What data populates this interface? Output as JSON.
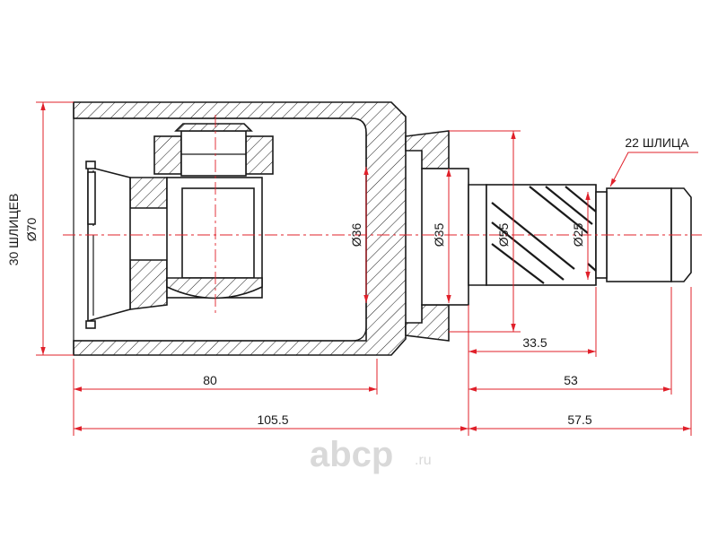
{
  "labels": {
    "left_top": "30 ШЛИЦЕВ",
    "left_bottom": "Ø70",
    "right_splines": "22 ШЛИЦА",
    "d36": "Ø36",
    "d35": "Ø35",
    "d55": "Ø55",
    "d25": "Ø25",
    "l33_5": "33.5",
    "l80": "80",
    "l53": "53",
    "l105_5": "105.5",
    "l57_5": "57.5"
  },
  "watermark": {
    "brand": "abcp",
    "tld": ".ru"
  },
  "colors": {
    "outline": "#1a1a1a",
    "dimension": "#e0202a",
    "watermark": "#d9d9d9"
  }
}
